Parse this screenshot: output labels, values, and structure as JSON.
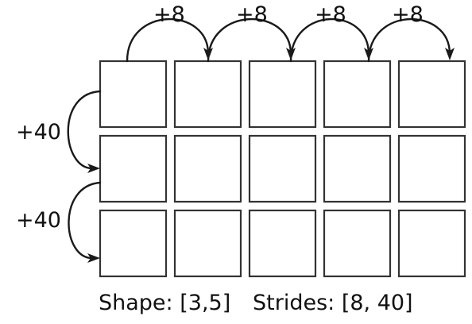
{
  "grid": {
    "rows": 3,
    "cols": 5
  },
  "horizontal_step_label": "+8",
  "vertical_step_label": "+40",
  "caption": {
    "shape": "Shape: [3,5]",
    "strides": "Strides: [8, 40]"
  },
  "colors": {
    "cell_border": "#333333",
    "arrow": "#1a1a1a",
    "text": "#111111"
  }
}
